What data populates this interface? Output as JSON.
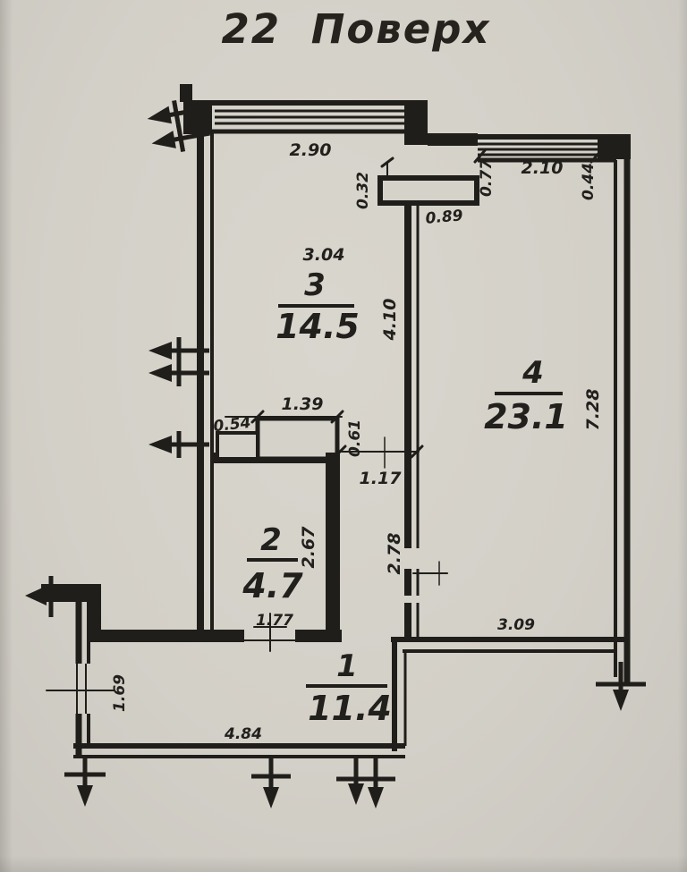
{
  "title": "22 Поверх",
  "rooms": {
    "room3": {
      "number": "3",
      "area": "14.5"
    },
    "room4": {
      "number": "4",
      "area": "23.1"
    },
    "room2": {
      "number": "2",
      "area": "4.7"
    },
    "room1": {
      "number": "1",
      "area": "11.4"
    }
  },
  "dims": {
    "top_window_width": "2.90",
    "room3_width": "3.04",
    "room3_wall_height": "4.10",
    "stub_thickness": "0.32",
    "stub_length": "0.89",
    "right_window_left_offset": "0.77",
    "right_window_width": "2.10",
    "right_window_right_offset": "0.44",
    "room4_wall_height": "7.28",
    "shaft_width": "1.39",
    "small_shaft_width": "0.54",
    "shaft_depth": "0.61",
    "hall_opening": "1.17",
    "room2_wall_height": "2.67",
    "corridor_wall_height": "2.78",
    "room2_width": "1.77",
    "room4_bottom_wall": "3.09",
    "left_window_height": "1.69",
    "bottom_wall_width": "4.84"
  },
  "colors": {
    "paper": "#d3d0c8",
    "ink": "#201e1a"
  }
}
